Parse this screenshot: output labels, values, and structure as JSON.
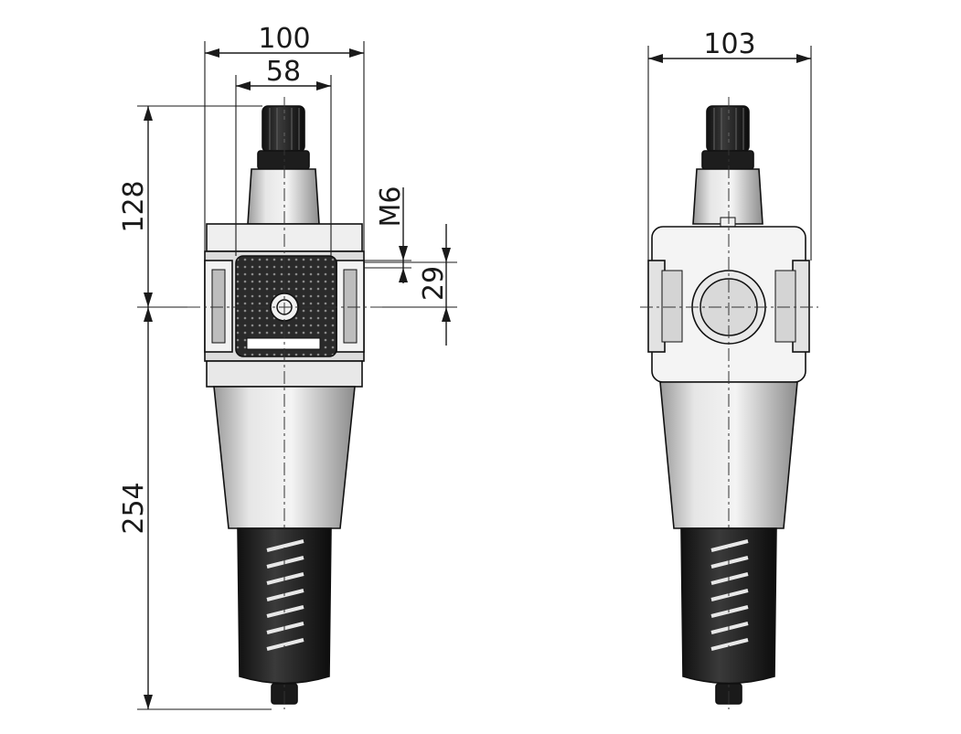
{
  "dimensions": {
    "overall_width_front": "100",
    "port_spacing": "58",
    "overall_width_side": "103",
    "height_top": "128",
    "height_bottom": "254",
    "mounting_thread": "M6",
    "mounting_offset": "29"
  },
  "colors": {
    "line": "#1a1a1a",
    "body_light": "#e4e4e4",
    "body_mid": "#c9c9c9",
    "dark_part": "#1c1c1c",
    "background": "#ffffff"
  }
}
